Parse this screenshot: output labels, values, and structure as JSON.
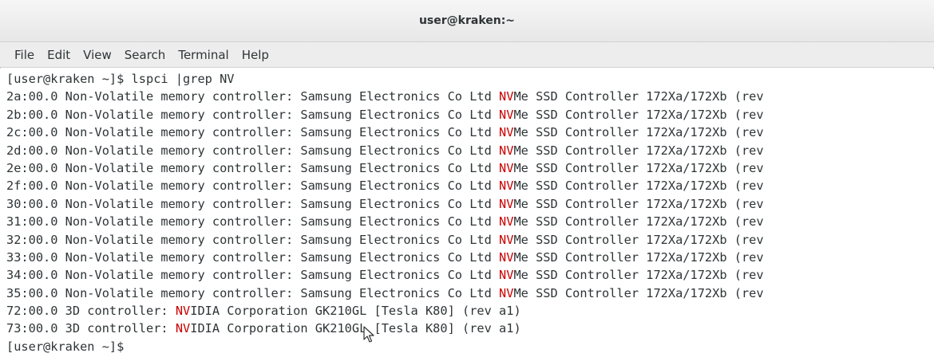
{
  "window": {
    "title": "user@kraken:~"
  },
  "menu": [
    "File",
    "Edit",
    "View",
    "Search",
    "Terminal",
    "Help"
  ],
  "terminal": {
    "highlight_color": "#cc0000",
    "text_color": "#2e3436",
    "lines": [
      {
        "pre": "[user@kraken ~]$ lspci |grep NV",
        "hl": "",
        "post": ""
      },
      {
        "pre": "2a:00.0 Non-Volatile memory controller: Samsung Electronics Co Ltd ",
        "hl": "NV",
        "post": "Me SSD Controller 172Xa/172Xb (rev"
      },
      {
        "pre": "2b:00.0 Non-Volatile memory controller: Samsung Electronics Co Ltd ",
        "hl": "NV",
        "post": "Me SSD Controller 172Xa/172Xb (rev"
      },
      {
        "pre": "2c:00.0 Non-Volatile memory controller: Samsung Electronics Co Ltd ",
        "hl": "NV",
        "post": "Me SSD Controller 172Xa/172Xb (rev"
      },
      {
        "pre": "2d:00.0 Non-Volatile memory controller: Samsung Electronics Co Ltd ",
        "hl": "NV",
        "post": "Me SSD Controller 172Xa/172Xb (rev"
      },
      {
        "pre": "2e:00.0 Non-Volatile memory controller: Samsung Electronics Co Ltd ",
        "hl": "NV",
        "post": "Me SSD Controller 172Xa/172Xb (rev"
      },
      {
        "pre": "2f:00.0 Non-Volatile memory controller: Samsung Electronics Co Ltd ",
        "hl": "NV",
        "post": "Me SSD Controller 172Xa/172Xb (rev"
      },
      {
        "pre": "30:00.0 Non-Volatile memory controller: Samsung Electronics Co Ltd ",
        "hl": "NV",
        "post": "Me SSD Controller 172Xa/172Xb (rev"
      },
      {
        "pre": "31:00.0 Non-Volatile memory controller: Samsung Electronics Co Ltd ",
        "hl": "NV",
        "post": "Me SSD Controller 172Xa/172Xb (rev"
      },
      {
        "pre": "32:00.0 Non-Volatile memory controller: Samsung Electronics Co Ltd ",
        "hl": "NV",
        "post": "Me SSD Controller 172Xa/172Xb (rev"
      },
      {
        "pre": "33:00.0 Non-Volatile memory controller: Samsung Electronics Co Ltd ",
        "hl": "NV",
        "post": "Me SSD Controller 172Xa/172Xb (rev"
      },
      {
        "pre": "34:00.0 Non-Volatile memory controller: Samsung Electronics Co Ltd ",
        "hl": "NV",
        "post": "Me SSD Controller 172Xa/172Xb (rev"
      },
      {
        "pre": "35:00.0 Non-Volatile memory controller: Samsung Electronics Co Ltd ",
        "hl": "NV",
        "post": "Me SSD Controller 172Xa/172Xb (rev"
      },
      {
        "pre": "72:00.0 3D controller: ",
        "hl": "NV",
        "post": "IDIA Corporation GK210GL [Tesla K80] (rev a1)"
      },
      {
        "pre": "73:00.0 3D controller: ",
        "hl": "NV",
        "post": "IDIA Corporation GK210GL [Tesla K80] (rev a1)"
      },
      {
        "pre": "[user@kraken ~]$ ",
        "hl": "",
        "post": ""
      }
    ]
  },
  "pointer": {
    "icon": "mouse-pointer-icon"
  }
}
